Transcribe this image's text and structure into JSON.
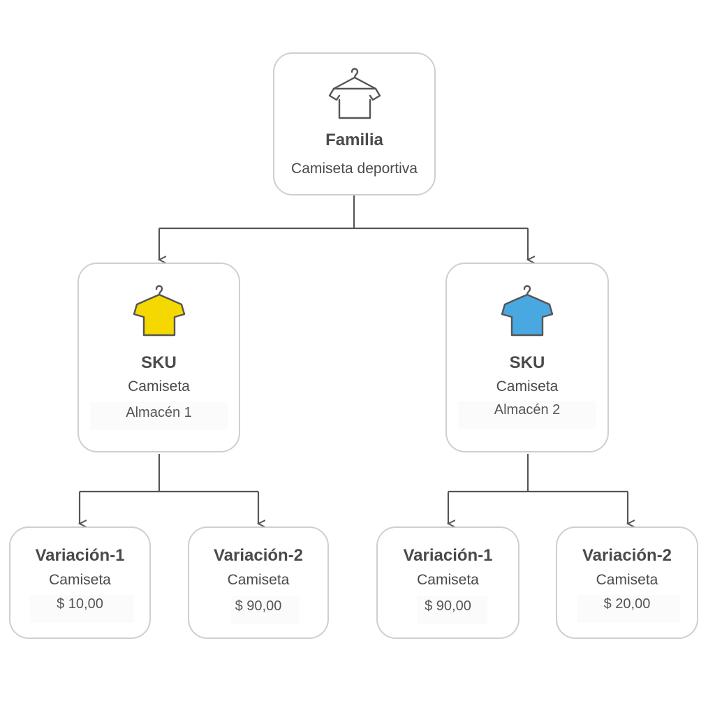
{
  "familia": {
    "title": "Familia",
    "subtitle": "Camiseta deportiva",
    "icon": "hanger-shirt-outline-icon"
  },
  "skus": [
    {
      "title": "SKU",
      "name": "Camiseta",
      "warehouse": "Almacén 1",
      "icon": "yellow-shirt-icon",
      "color": "#f5d800",
      "variations": [
        {
          "title": "Variación-1",
          "name": "Camiseta",
          "price": "$ 10,00"
        },
        {
          "title": "Variación-2",
          "name": "Camiseta",
          "price": "$ 90,00"
        }
      ]
    },
    {
      "title": "SKU",
      "name": "Camiseta",
      "warehouse": "Almacén 2",
      "icon": "blue-shirt-icon",
      "color": "#4aa8e0",
      "variations": [
        {
          "title": "Variación-1",
          "name": "Camiseta",
          "price": "$ 90,00"
        },
        {
          "title": "Variación-2",
          "name": "Camiseta",
          "price": "$ 20,00"
        }
      ]
    }
  ],
  "colors": {
    "border": "#cfcfcf",
    "connector": "#555555",
    "text": "#4a4a4a"
  }
}
